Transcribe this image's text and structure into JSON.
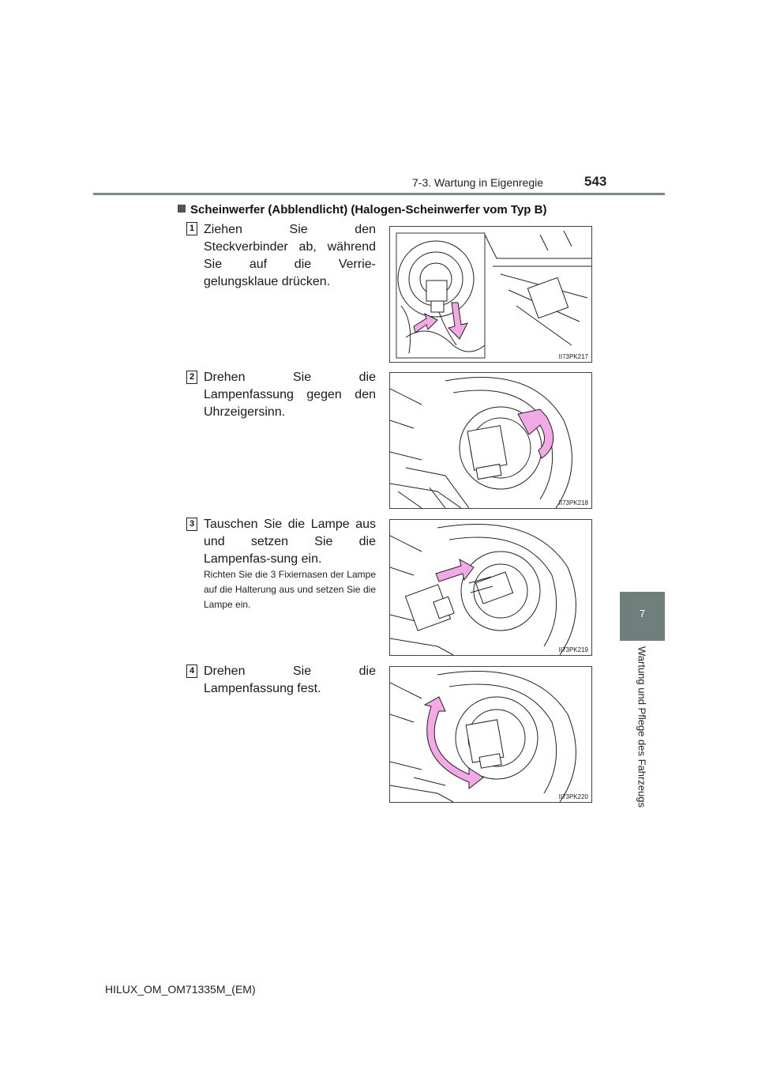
{
  "header": {
    "section": "7-3. Wartung in Eigenregie",
    "page_number": "543"
  },
  "side_tab": {
    "number": "7",
    "label": "Wartung und Pflege des Fahrzeugs"
  },
  "section_heading": "Scheinwerfer (Abblendlicht) (Halogen-Scheinwerfer vom Typ B)",
  "steps": [
    {
      "number": "1",
      "text": "Ziehen Sie den Steckverbinder ab, während Sie auf die Verrie-gelungsklaue drücken.",
      "figure_code": "II73PK217"
    },
    {
      "number": "2",
      "text": "Drehen Sie die Lampenfassung gegen den Uhrzeigersinn.",
      "figure_code": "II73PK218"
    },
    {
      "number": "3",
      "text": "Tauschen Sie die Lampe aus und setzen Sie die Lampenfas-sung ein.",
      "note": "Richten Sie die 3 Fixiernasen der Lampe auf die Halterung aus und setzen Sie die Lampe ein.",
      "figure_code": "II73PK219"
    },
    {
      "number": "4",
      "text": "Drehen Sie die Lampenfassung fest.",
      "figure_code": "II73PK220"
    }
  ],
  "colors": {
    "accent_arrow": "#f2a9e6",
    "header_rule": "#7b8b87",
    "side_tab": "#6f7f7b"
  },
  "footer": {
    "code": "HILUX_OM_OM71335M_(EM)"
  }
}
